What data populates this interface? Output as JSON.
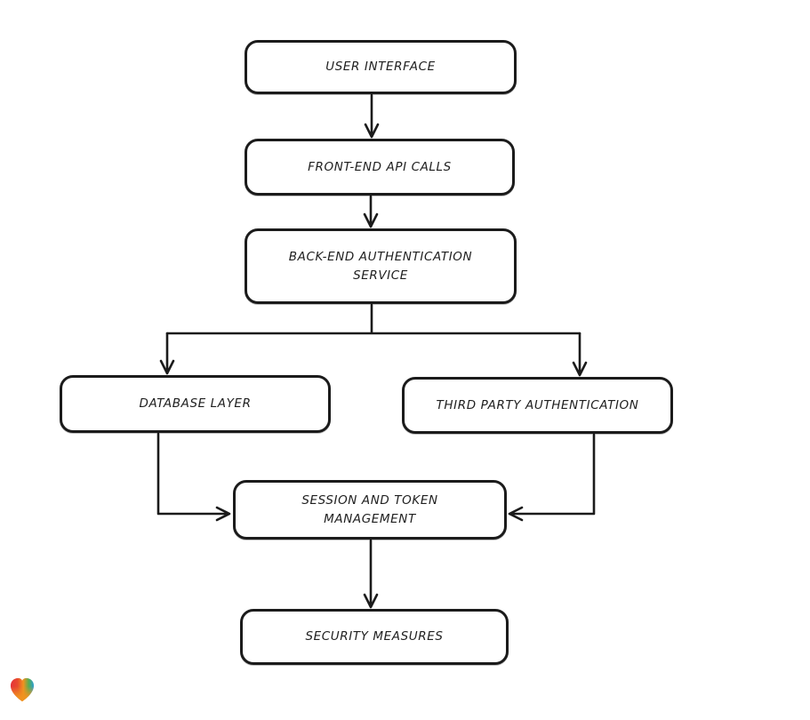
{
  "canvas": {
    "background": "#ffffff",
    "stroke_color": "#1b1b1b",
    "text_color": "#1f1f1f"
  },
  "diagram": {
    "type": "flowchart",
    "nodes": {
      "user_interface": {
        "label": "USER INTERFACE"
      },
      "front_end_api_calls": {
        "label": "FRONT-END API CALLS"
      },
      "back_end_authentication_service": {
        "label": "BACK-END AUTHENTICATION SERVICE"
      },
      "database_layer": {
        "label": "DATABASE LAYER"
      },
      "third_party_authentication": {
        "label": "THIRD PARTY AUTHENTICATION"
      },
      "session_and_token_management": {
        "label": "SESSION AND TOKEN MANAGEMENT"
      },
      "security_measures": {
        "label": "SECURITY MEASURES"
      }
    },
    "edges": [
      {
        "from": "user_interface",
        "to": "front_end_api_calls",
        "arrow": "down"
      },
      {
        "from": "front_end_api_calls",
        "to": "back_end_authentication_service",
        "arrow": "down"
      },
      {
        "from": "back_end_authentication_service",
        "to": "database_layer",
        "arrow": "down"
      },
      {
        "from": "back_end_authentication_service",
        "to": "third_party_authentication",
        "arrow": "down"
      },
      {
        "from": "database_layer",
        "to": "session_and_token_management",
        "arrow": "right"
      },
      {
        "from": "third_party_authentication",
        "to": "session_and_token_management",
        "arrow": "left"
      },
      {
        "from": "session_and_token_management",
        "to": "security_measures",
        "arrow": "down"
      }
    ]
  },
  "branding": {
    "logo_icon": "heart-gradient-icon",
    "logo_colors": {
      "red": "#e5333a",
      "orange": "#f0931f",
      "green": "#56ad52",
      "blue": "#2d9fd6"
    }
  }
}
